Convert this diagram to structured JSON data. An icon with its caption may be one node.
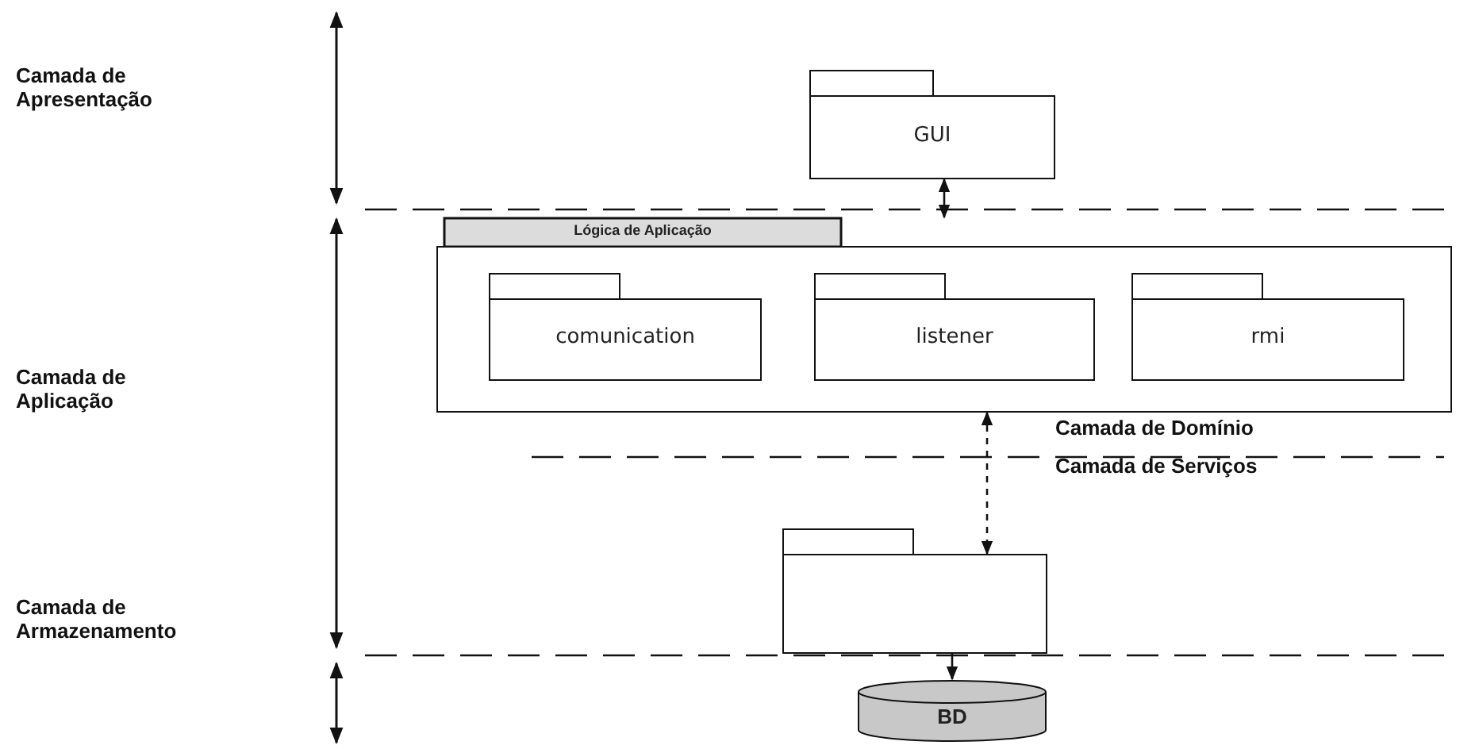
{
  "diagram": {
    "nodes": [
      {
        "text": [
          "GUI"
        ]
      },
      {
        "text": [
          "Lógica de Aplicação"
        ]
      },
      {
        "text": [
          "comunication"
        ],
        "in": 1
      },
      {
        "text": [
          "listener"
        ],
        "in": 1
      },
      {
        "text": [
          "rmi"
        ],
        "in": 1
      },
      {
        "text": [],
        "shape": "box"
      },
      {
        "text": [
          "BD"
        ]
      }
    ],
    "edges": [
      {
        "from": 0,
        "to": 1,
        "arrow": "both"
      },
      {
        "from": 1,
        "to": 5,
        "arrow": "both",
        "style": "dashed"
      },
      {
        "from": 5,
        "to": 6,
        "arrow": "to"
      }
    ],
    "labels": [
      "Camada de Apresentação",
      "Camada de Aplicação",
      "Camada de Armazenamento",
      "Camada de Domínio",
      "Camada de Serviços"
    ]
  }
}
